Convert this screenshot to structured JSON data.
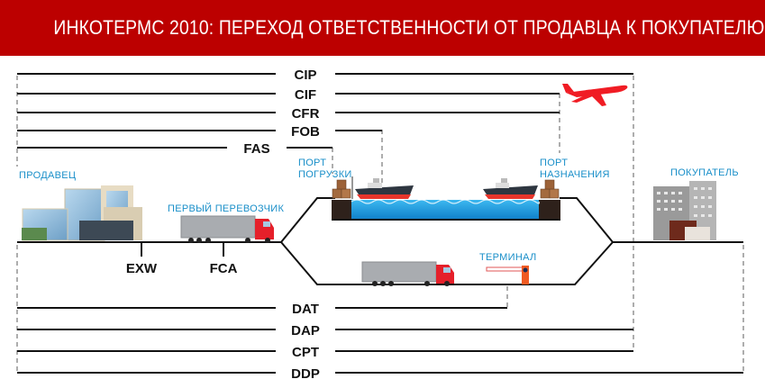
{
  "header": {
    "title": "ИНКОТЕРМС 2010: ПЕРЕХОД ОТВЕТСТВЕННОСТИ ОТ ПРОДАВЦА К ПОКУПАТЕЛЮ",
    "background_color": "#bc0000"
  },
  "terms_top": [
    {
      "code": "CIP",
      "ends_at": "buyer_side"
    },
    {
      "code": "CIF",
      "ends_at": "port_of_destination"
    },
    {
      "code": "CFR",
      "ends_at": "port_of_destination"
    },
    {
      "code": "FOB",
      "ends_at": "on_board_vessel"
    },
    {
      "code": "FAS",
      "ends_at": "port_of_loading"
    }
  ],
  "terms_middle": [
    {
      "code": "EXW",
      "at": "seller"
    },
    {
      "code": "FCA",
      "at": "first_carrier"
    }
  ],
  "terms_bottom": [
    {
      "code": "DAT",
      "ends_at": "terminal"
    },
    {
      "code": "DAP",
      "ends_at": "buyer_side"
    },
    {
      "code": "CPT",
      "ends_at": "buyer_side"
    },
    {
      "code": "DDP",
      "ends_at": "buyer"
    }
  ],
  "places": {
    "seller": "ПРОДАВЕЦ",
    "first_carrier": "ПЕРВЫЙ ПЕРЕВОЗЧИК",
    "port_loading_1": "ПОРТ",
    "port_loading_2": "ПОГРУЗКИ",
    "port_dest_1": "ПОРТ",
    "port_dest_2": "НАЗНАЧЕНИЯ",
    "buyer": "ПОКУПАТЕЛЬ",
    "terminal": "ТЕРМИНАЛ"
  },
  "icons": [
    "seller-building-icon",
    "truck-icon",
    "ship-icon",
    "cargo-boxes-icon",
    "water-icon",
    "airplane-icon",
    "barrier-icon",
    "buyer-building-icon"
  ],
  "colors": {
    "place_label": "#1a8fc9",
    "accent_red": "#e8202a",
    "water": "#1ea0e0"
  }
}
